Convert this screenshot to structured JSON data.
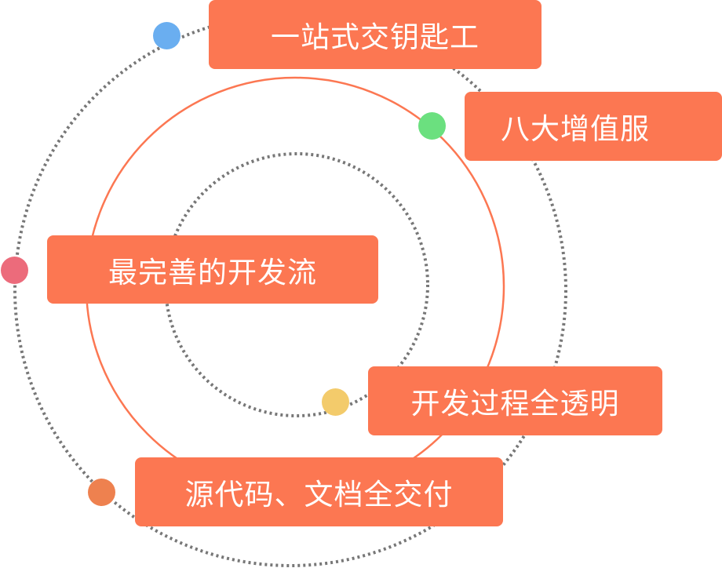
{
  "labels": [
    "一站式交钥匙工",
    "八大增值服",
    "最完善的开发流",
    "开发过程全透明",
    "源代码、文档全交付"
  ],
  "colors": {
    "label_bg": "#FC7752",
    "ring_solid": "#FC7752",
    "ring_dotted": "#777777",
    "dot_blue": "#6AAEF0",
    "dot_green": "#6BE07F",
    "dot_pink": "#EC6B7B",
    "dot_yellow": "#F3CB6B",
    "dot_orange": "#EE814F"
  }
}
